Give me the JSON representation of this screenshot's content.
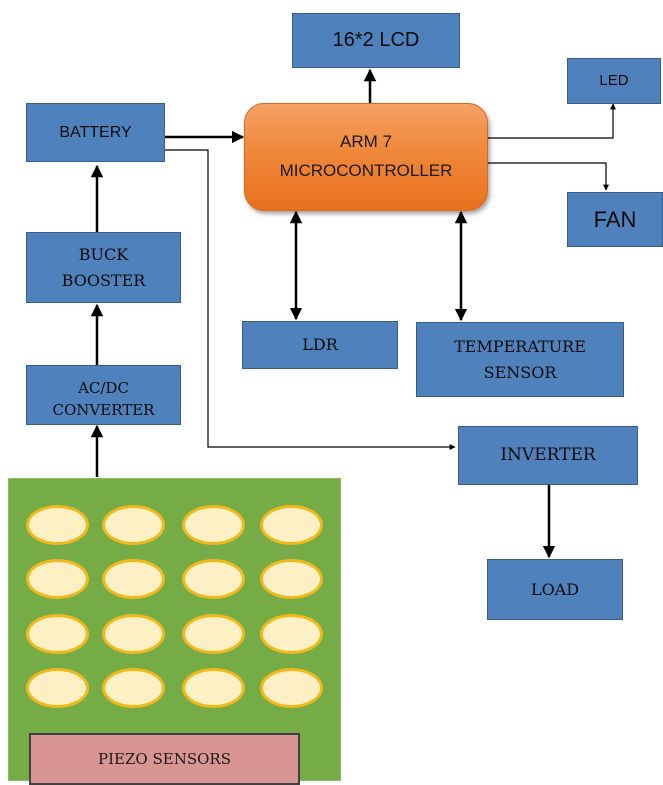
{
  "blocks": {
    "lcd": "16*2 LCD",
    "battery": "BATTERY",
    "mcu_line1": "ARM 7",
    "mcu_line2": "MICROCONTROLLER",
    "led": "LED",
    "fan": "FAN",
    "buck_line1": "BUCK",
    "buck_line2": "BOOSTER",
    "acdc_line1": "AC/DC",
    "acdc_line2": "CONVERTER",
    "ldr": "LDR",
    "temp_line1": "TEMPERATURE",
    "temp_line2": "SENSOR",
    "inverter": "INVERTER",
    "load": "LOAD",
    "piezo": "PIEZO SENSORS"
  },
  "colors": {
    "block_fill": "#4f81bd",
    "mcu_fill": "#ed7d31",
    "panel_fill": "#75ac46",
    "sensor_fill": "#fdf0c4",
    "sensor_outline": "#f2b91d",
    "piezo_label_fill": "#d99594"
  },
  "sensor_grid": {
    "rows": 4,
    "cols": 4
  }
}
